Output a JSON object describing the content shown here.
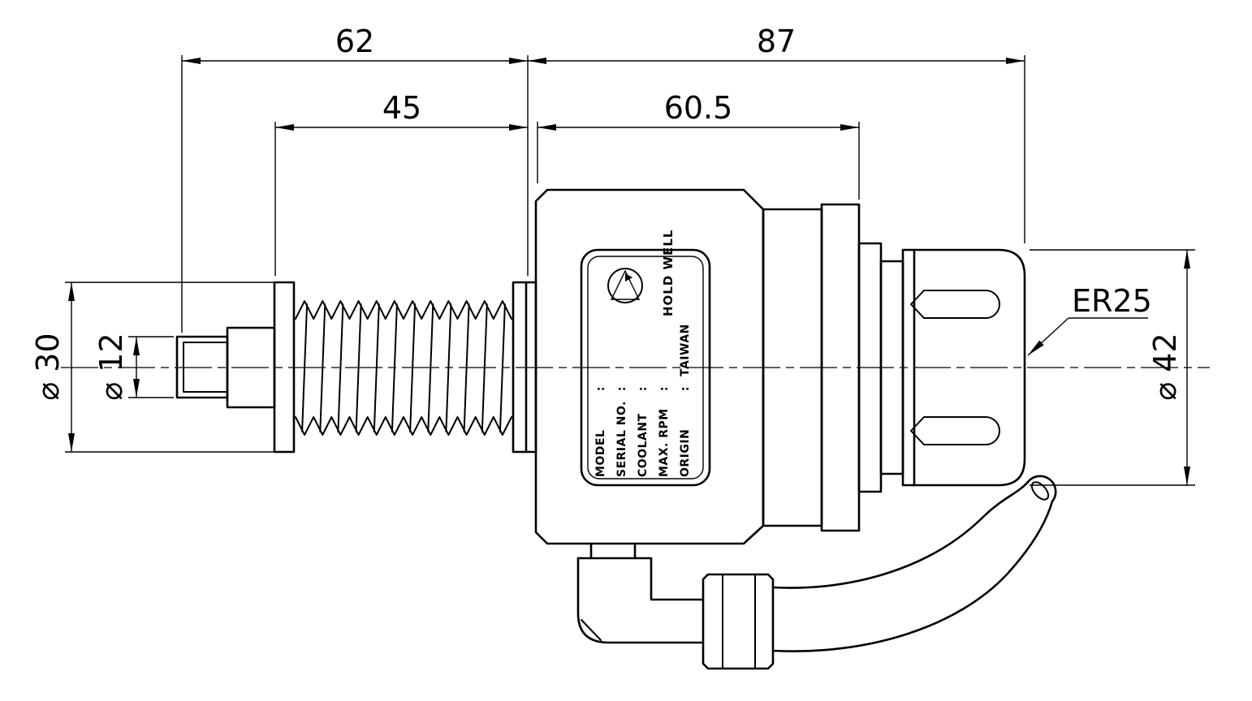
{
  "drawing": {
    "colors": {
      "line": "#000000",
      "background": "#ffffff"
    },
    "dimensions": {
      "d62": "62",
      "d87": "87",
      "d45": "45",
      "d60_5": "60.5",
      "dia30": "⌀ 30",
      "dia12": "⌀ 12",
      "dia42": "⌀ 42"
    },
    "callouts": {
      "collet": "ER25"
    },
    "nameplate": {
      "brand": "HOLD WELL",
      "colon": ":",
      "fields": [
        {
          "label": "MODEL",
          "value": ""
        },
        {
          "label": "SERIAL NO.",
          "value": ""
        },
        {
          "label": "COOLANT",
          "value": ""
        },
        {
          "label": "MAX. RPM",
          "value": ""
        },
        {
          "label": "ORIGIN",
          "value": "TAIWAN"
        }
      ]
    }
  }
}
